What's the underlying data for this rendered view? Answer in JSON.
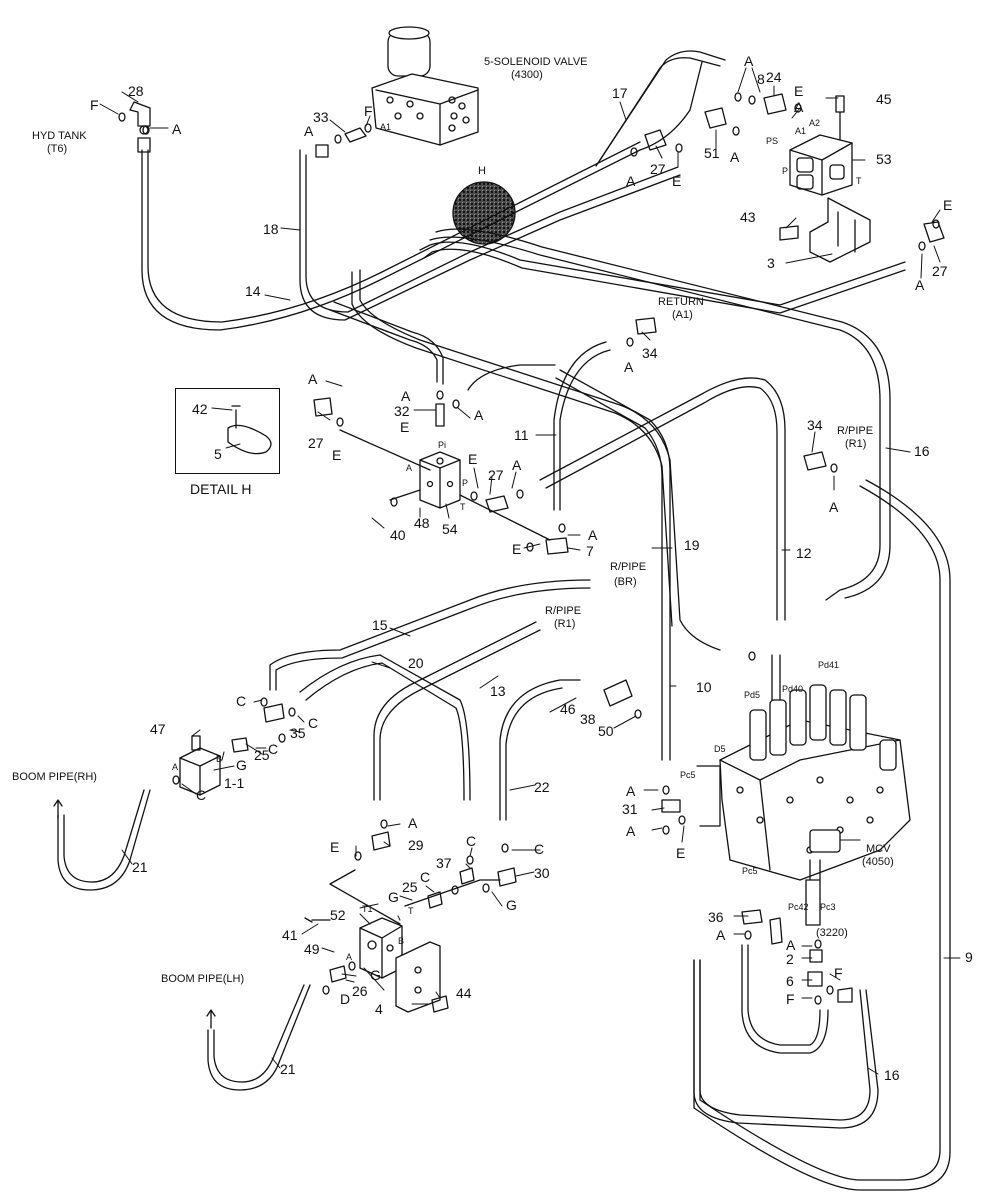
{
  "labels": {
    "solenoid_title": "5-SOLENOID VALVE",
    "solenoid_code": "(4300)",
    "hyd_tank": "HYD TANK",
    "hyd_tank_code": "(T6)",
    "return": "RETURN",
    "return_code": "(A1)",
    "rpipe_r1_upper": "R/PIPE",
    "rpipe_r1_upper_code": "(R1)",
    "rpipe_br": "R/PIPE",
    "rpipe_br_code": "(BR)",
    "rpipe_r1_lower": "R/PIPE",
    "rpipe_r1_lower_code": "(R1)",
    "boom_pipe_rh": "BOOM PIPE(RH)",
    "boom_pipe_lh": "BOOM PIPE(LH)",
    "mcv": "MCV",
    "mcv_code": "(4050)",
    "code_3220": "(3220)",
    "detail_h": "DETAIL H",
    "circle_h": "H"
  },
  "callouts": {
    "n28": "28",
    "nF_tank": "F",
    "nA_tank": "A",
    "n33": "33",
    "nF_sol": "F",
    "nA_sol": "A",
    "nA1_sol": "A1",
    "n17": "17",
    "n18": "18",
    "n14": "14",
    "nA_top1": "A",
    "n8": "8",
    "n24": "24",
    "nE_top": "E",
    "n45": "45",
    "nA_top2": "A",
    "n27_top": "27",
    "nE_top2": "E",
    "n51": "51",
    "nA_top3": "A",
    "n53": "53",
    "n43": "43",
    "n3": "3",
    "nE_right": "E",
    "nA_right": "A",
    "n27_right": "27",
    "nPS": "PS",
    "nA1_v": "A1",
    "nA2_v": "A2",
    "nP_v": "P",
    "nT_v": "T",
    "n34_top": "34",
    "nA_ret": "A",
    "nA_mid1": "A",
    "n32": "32",
    "nA_mid2": "A",
    "nE_mid": "E",
    "nA_mid3": "A",
    "n27_mid": "27",
    "nE_mid2": "E",
    "n11": "11",
    "nE_mid3": "E",
    "n27_mid2": "27",
    "nA_mid4": "A",
    "nPi": "Pi",
    "nA_blk": "A",
    "nP_blk": "P",
    "nT_blk": "T",
    "n40": "40",
    "n48": "48",
    "n54": "54",
    "nA_mid5": "A",
    "nE_mid4": "E",
    "n7": "7",
    "n42": "42",
    "n5": "5",
    "n34_mid": "34",
    "nA_mid6": "A",
    "n16_top": "16",
    "n19": "19",
    "n12": "12",
    "n15": "15",
    "n20": "20",
    "n13": "13",
    "n10": "10",
    "nC1": "C",
    "n35": "35",
    "nC2": "C",
    "nC3": "C",
    "n47": "47",
    "n25_top": "25",
    "nB_blk": "B",
    "nA_blk2": "A",
    "nG1": "G",
    "n1_1": "1-1",
    "nC4": "C",
    "n46": "46",
    "n38": "38",
    "n50": "50",
    "n22": "22",
    "nPd41": "Pd41",
    "nPd40": "Pd40",
    "nPd5": "Pd5",
    "nD5": "D5",
    "nPc5a": "Pc5",
    "nA_mcv1": "A",
    "n31": "31",
    "nA_mcv2": "A",
    "nE_mcv": "E",
    "nA_l1": "A",
    "n29": "29",
    "nE_l": "E",
    "nC5": "C",
    "nC6": "C",
    "n37": "37",
    "nC7": "C",
    "n30": "30",
    "n25_bot": "25",
    "nG2": "G",
    "nT1": "T1",
    "nT2": "T",
    "nG3": "G",
    "n52": "52",
    "n41": "41",
    "n49": "49",
    "nA_b": "A",
    "nB_b": "B",
    "nG4": "G",
    "n26": "26",
    "nD": "D",
    "n4": "4",
    "n44": "44",
    "n21_top": "21",
    "n21_bot": "21",
    "nPc5b": "Pc5",
    "nPc42": "Pc42",
    "nPc3": "Pc3",
    "n36": "36",
    "nA_bot1": "A",
    "nA_bot2": "A",
    "n2": "2",
    "n6": "6",
    "nF_bot1": "F",
    "nF_bot2": "F",
    "n9": "9",
    "n16_bot": "16"
  }
}
